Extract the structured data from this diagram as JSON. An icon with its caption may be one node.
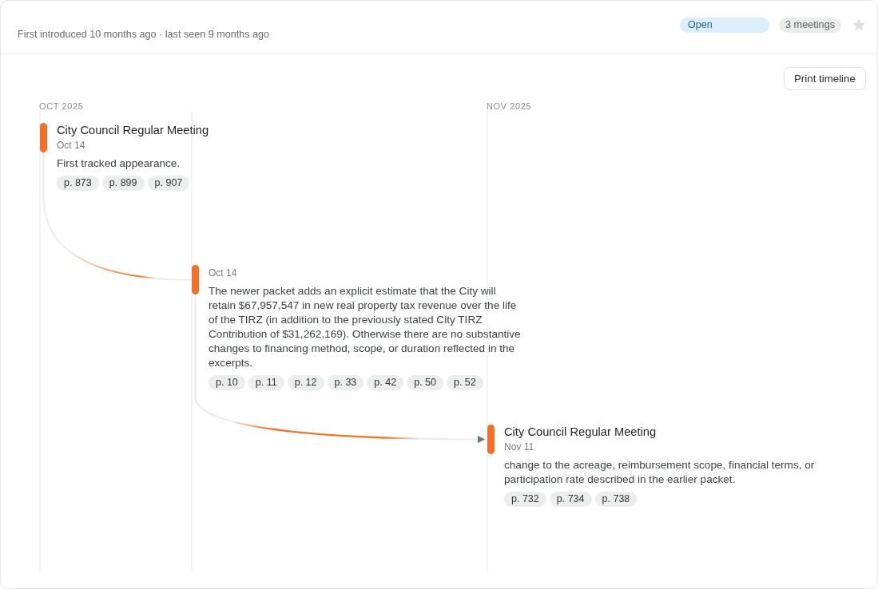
{
  "diagram": {
    "nodes": [
      {
        "text": [
          "City Council Regular Meeting",
          "Oct 14",
          "First tracked appearance."
        ]
      },
      {
        "text": [
          "p. 873"
        ]
      },
      {
        "text": [
          "p. 899"
        ]
      },
      {
        "text": [
          "p. 907"
        ]
      },
      {
        "text": [
          "Oct 14",
          "The newer packet adds an explicit estimate that the City will retain $67,957,547 in new real property tax revenue over the life of the TIRZ (in addition to the previously stated City TIRZ Contribution of $31,262,169). Otherwise there are no substantive changes to financing method, scope, or duration reflected in the excerpts."
        ]
      },
      {
        "text": [
          "p. 10"
        ]
      },
      {
        "text": [
          "p. 11"
        ]
      },
      {
        "text": [
          "p. 12"
        ]
      },
      {
        "text": [
          "p. 33"
        ]
      },
      {
        "text": [
          "p. 42"
        ]
      },
      {
        "text": [
          "p. 50"
        ]
      },
      {
        "text": [
          "p. 52"
        ]
      },
      {
        "text": [
          "City Council Regular Meeting",
          "Nov 11",
          "change to the acreage, reimbursement scope, financial terms, or participation rate described in the earlier packet."
        ]
      },
      {
        "text": [
          "p. 732"
        ]
      },
      {
        "text": [
          "p. 734"
        ]
      },
      {
        "text": [
          "p. 738"
        ]
      }
    ],
    "edges": [
      {
        "from": 0,
        "to": 4,
        "arrow": "none"
      },
      {
        "from": 4,
        "to": 12,
        "arrow": "to"
      }
    ],
    "labels": [
      "First introduced 10 months ago · last seen 9 months ago",
      "Open",
      "3 meetings",
      "Print timeline",
      "OCT 2025",
      "NOV 2025"
    ]
  }
}
